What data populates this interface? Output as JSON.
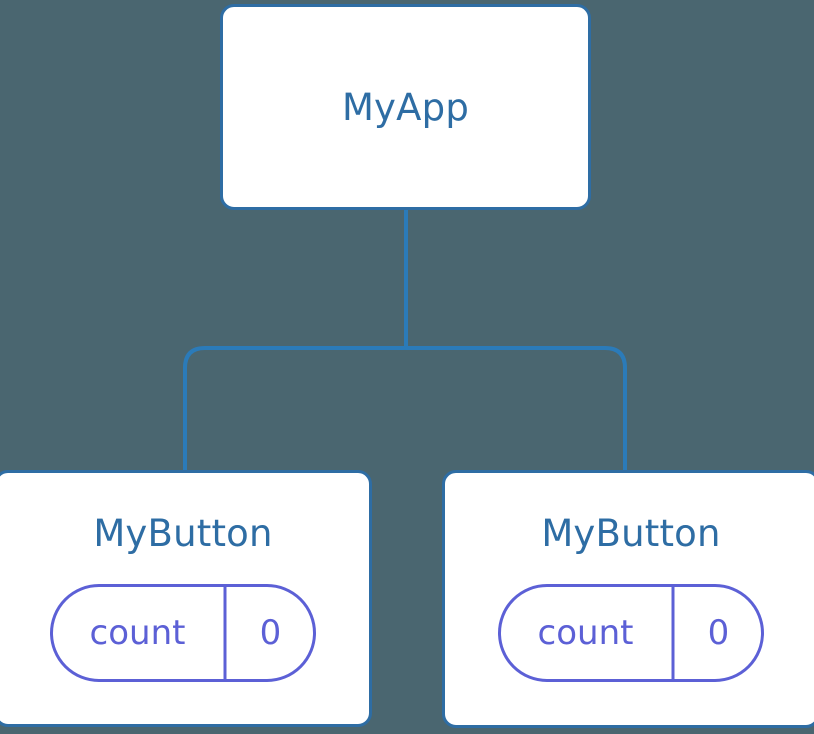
{
  "diagram": {
    "title": "component-tree",
    "background_color": "#4a6670",
    "node_border_color": "#2e6da4",
    "node_fill_color": "#ffffff",
    "edge_color": "#2b7bb9",
    "state_accent_color": "#5c60d6",
    "root": {
      "label": "MyApp"
    },
    "children": [
      {
        "label": "MyButton",
        "state": {
          "key": "count",
          "value": "0"
        }
      },
      {
        "label": "MyButton",
        "state": {
          "key": "count",
          "value": "0"
        }
      }
    ],
    "edges": [
      {
        "from": "MyApp",
        "to": "MyButton",
        "index": 0
      },
      {
        "from": "MyApp",
        "to": "MyButton",
        "index": 1
      }
    ]
  }
}
